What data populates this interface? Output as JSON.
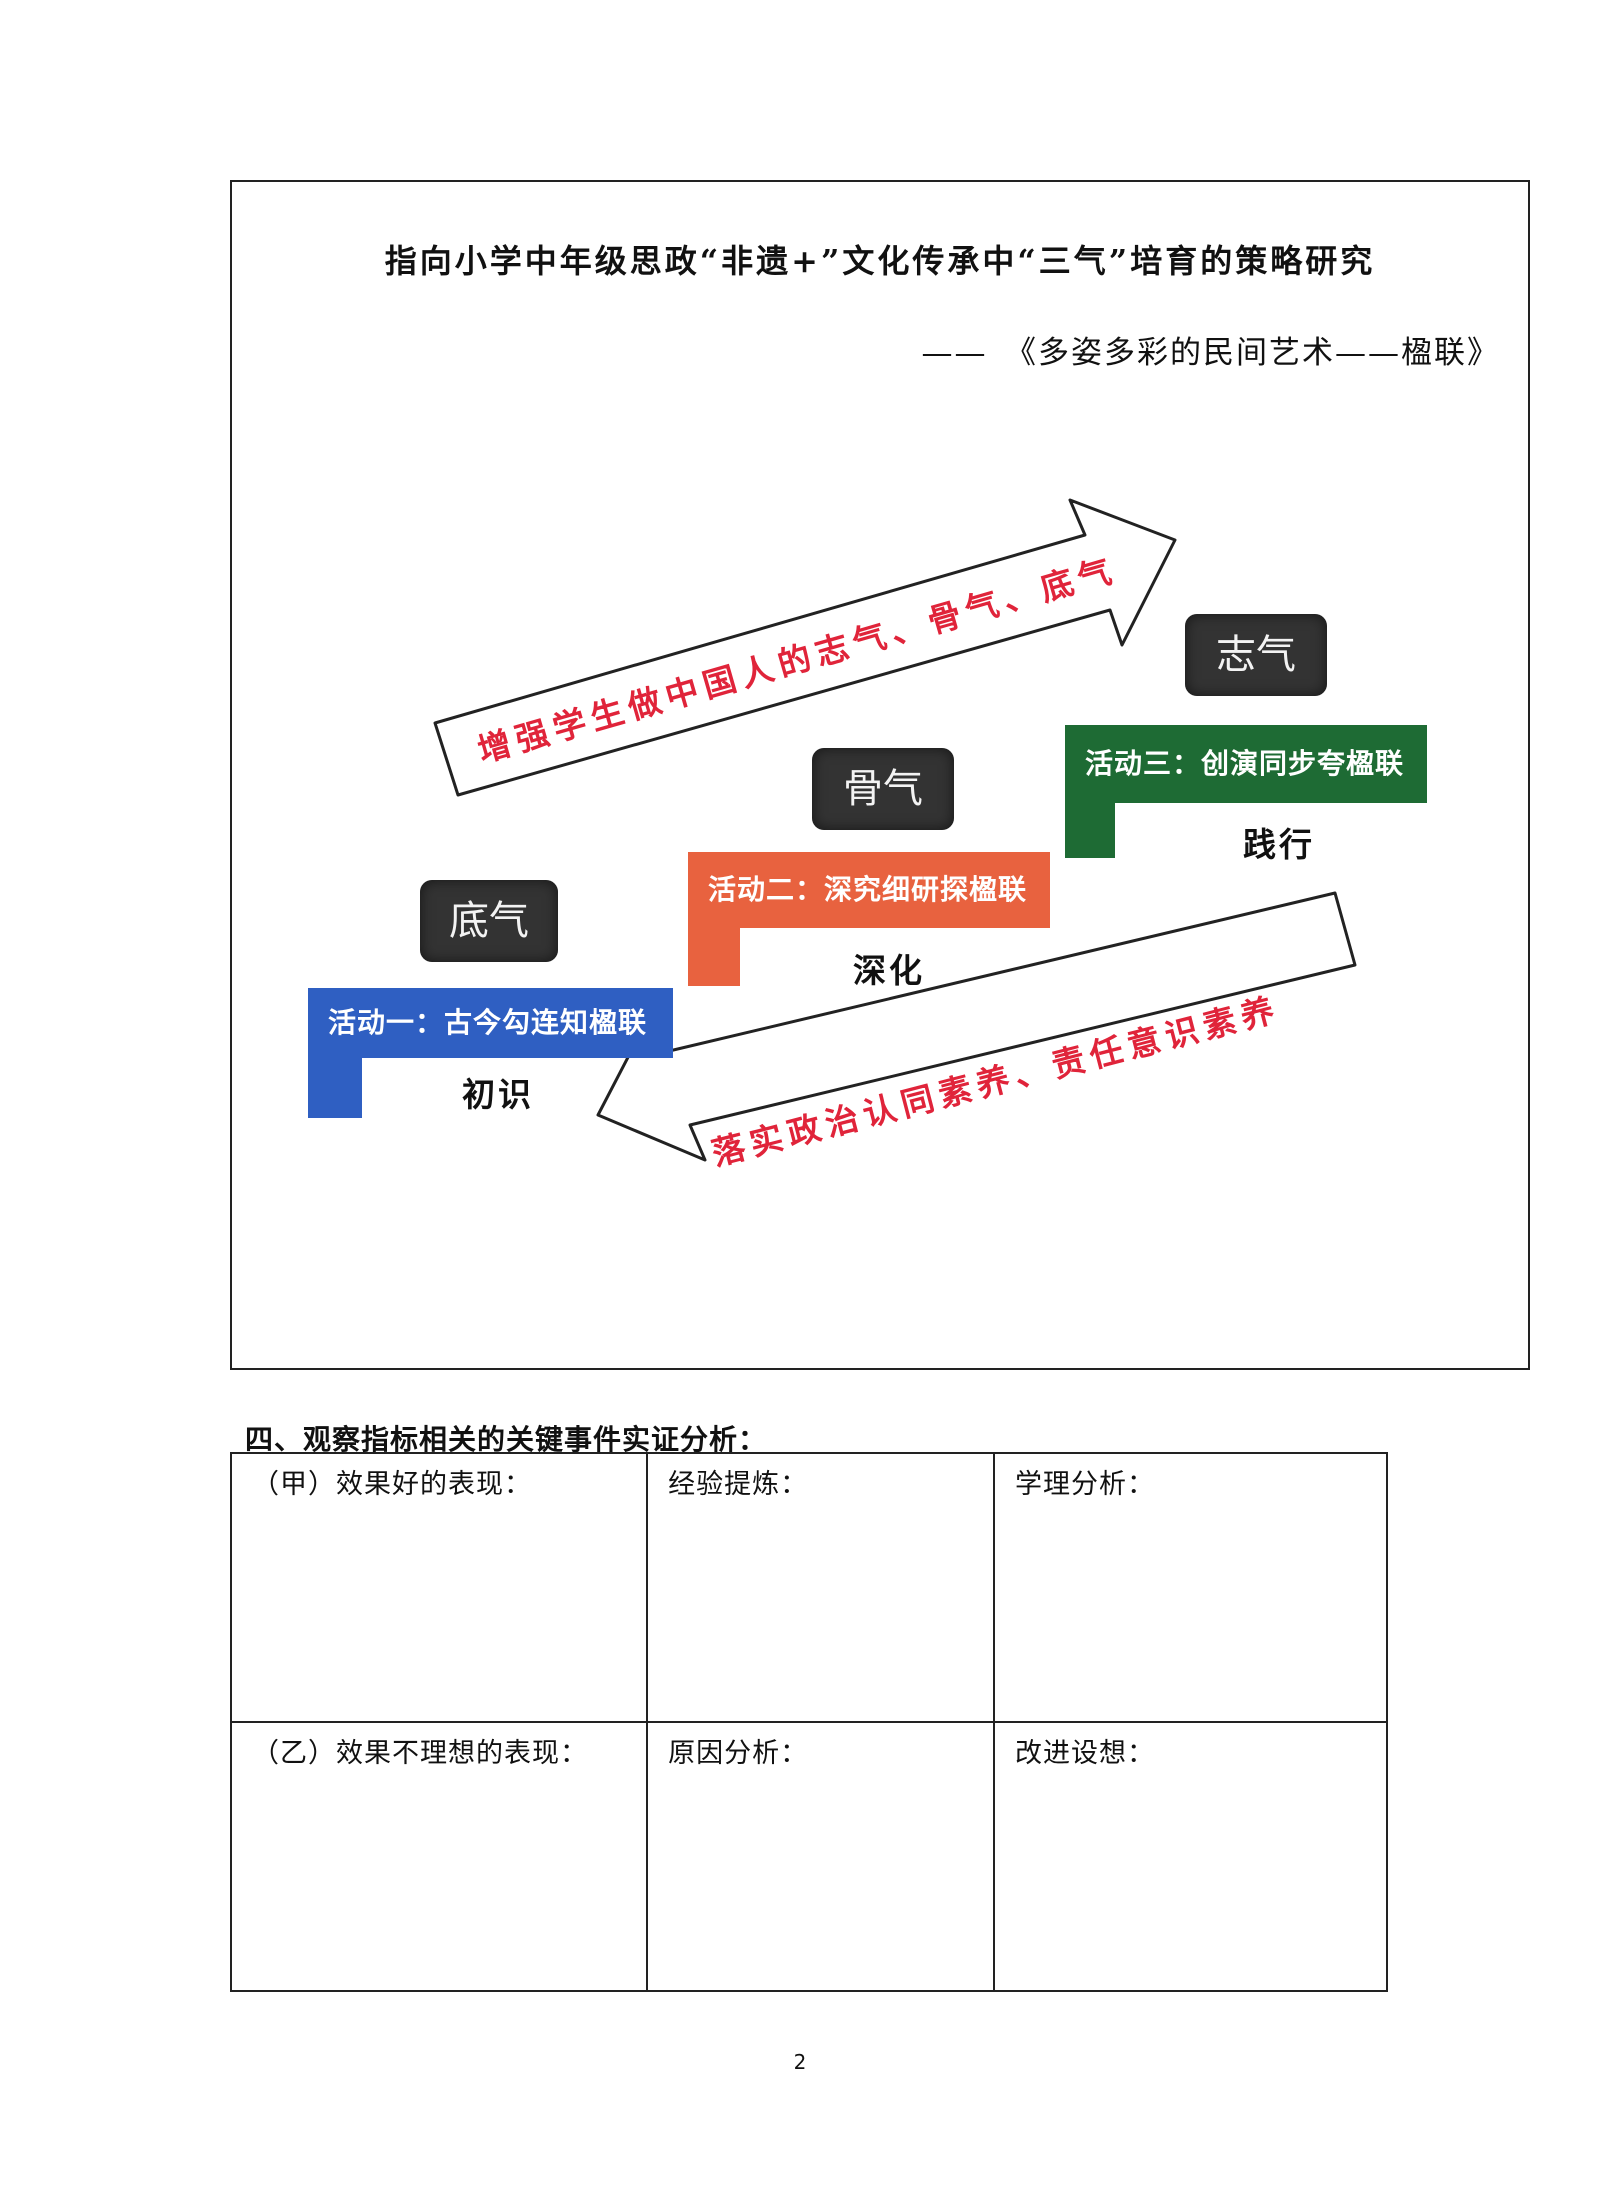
{
  "figure": {
    "title": "指向小学中年级思政“非遗+”文化传承中“三气”培育的策略研究",
    "subtitle": "——　《多姿多彩的民间艺术——楹联》",
    "upper_arrow_text": "增强学生做中国人的志气、骨气、底气",
    "lower_arrow_text": "落实政治认同素养、责任意识素养",
    "steps": [
      {
        "qi": "底气",
        "activity": "活动一：古今勾连知楹联",
        "stage": "初识",
        "color": "#2f5fc2"
      },
      {
        "qi": "骨气",
        "activity": "活动二：深究细研探楹联",
        "stage": "深化",
        "color": "#e8623f"
      },
      {
        "qi": "志气",
        "activity": "活动三：创演同步夸楹联",
        "stage": "践行",
        "color": "#1e6b34"
      }
    ]
  },
  "section": {
    "heading": "四、观察指标相关的关键事件实证分析：",
    "rows": [
      [
        "（甲）效果好的表现：",
        "经验提炼：",
        "学理分析："
      ],
      [
        "（乙）效果不理想的表现：",
        "原因分析：",
        "改进设想："
      ]
    ]
  },
  "page_number": "2"
}
